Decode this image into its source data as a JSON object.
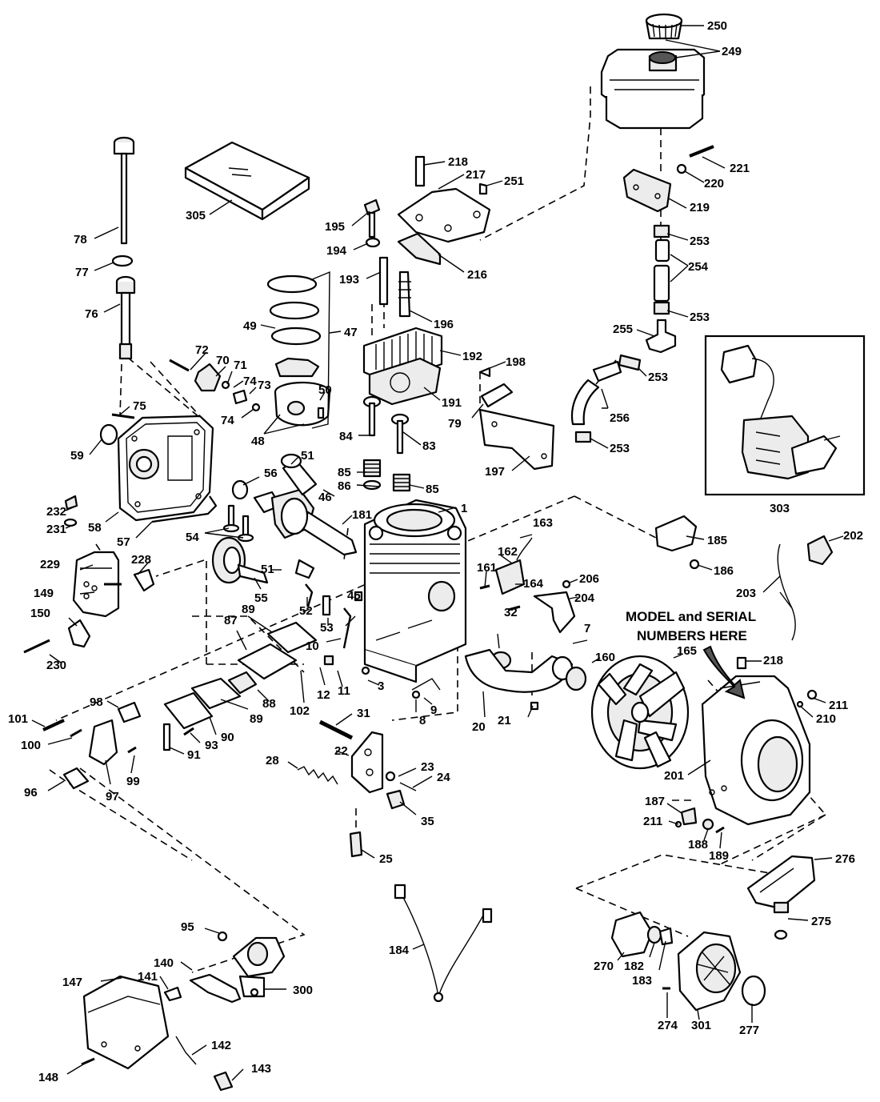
{
  "callouts": [
    {
      "id": "c250",
      "text": "250"
    },
    {
      "id": "c249",
      "text": "249"
    },
    {
      "id": "c221",
      "text": "221"
    },
    {
      "id": "c220",
      "text": "220"
    },
    {
      "id": "c219",
      "text": "219"
    },
    {
      "id": "c253a",
      "text": "253"
    },
    {
      "id": "c254",
      "text": "254"
    },
    {
      "id": "c253b",
      "text": "253"
    },
    {
      "id": "c255",
      "text": "255"
    },
    {
      "id": "c253c",
      "text": "253"
    },
    {
      "id": "c256",
      "text": "256"
    },
    {
      "id": "c253d",
      "text": "253"
    },
    {
      "id": "c218a",
      "text": "218"
    },
    {
      "id": "c217",
      "text": "217"
    },
    {
      "id": "c251",
      "text": "251"
    },
    {
      "id": "c216",
      "text": "216"
    },
    {
      "id": "c195",
      "text": "195"
    },
    {
      "id": "c194",
      "text": "194"
    },
    {
      "id": "c193",
      "text": "193"
    },
    {
      "id": "c196",
      "text": "196"
    },
    {
      "id": "c192",
      "text": "192"
    },
    {
      "id": "c191",
      "text": "191"
    },
    {
      "id": "c198",
      "text": "198"
    },
    {
      "id": "c79",
      "text": "79"
    },
    {
      "id": "c197",
      "text": "197"
    },
    {
      "id": "c305",
      "text": "305"
    },
    {
      "id": "c78",
      "text": "78"
    },
    {
      "id": "c77",
      "text": "77"
    },
    {
      "id": "c76",
      "text": "76"
    },
    {
      "id": "c49",
      "text": "49"
    },
    {
      "id": "c47",
      "text": "47"
    },
    {
      "id": "c72",
      "text": "72"
    },
    {
      "id": "c70",
      "text": "70"
    },
    {
      "id": "c71",
      "text": "71"
    },
    {
      "id": "c74a",
      "text": "74"
    },
    {
      "id": "c73",
      "text": "73"
    },
    {
      "id": "c75",
      "text": "75"
    },
    {
      "id": "c74b",
      "text": "74"
    },
    {
      "id": "c50",
      "text": "50"
    },
    {
      "id": "c48",
      "text": "48"
    },
    {
      "id": "c84",
      "text": "84"
    },
    {
      "id": "c83",
      "text": "83"
    },
    {
      "id": "c85a",
      "text": "85"
    },
    {
      "id": "c86",
      "text": "86"
    },
    {
      "id": "c85b",
      "text": "85"
    },
    {
      "id": "c59",
      "text": "59"
    },
    {
      "id": "c51a",
      "text": "51"
    },
    {
      "id": "c56",
      "text": "56"
    },
    {
      "id": "c46",
      "text": "46"
    },
    {
      "id": "c181",
      "text": "181"
    },
    {
      "id": "c1",
      "text": "1"
    },
    {
      "id": "c232",
      "text": "232"
    },
    {
      "id": "c231",
      "text": "231"
    },
    {
      "id": "c58",
      "text": "58"
    },
    {
      "id": "c57",
      "text": "57"
    },
    {
      "id": "c54",
      "text": "54"
    },
    {
      "id": "c163",
      "text": "163"
    },
    {
      "id": "c162",
      "text": "162"
    },
    {
      "id": "c161",
      "text": "161"
    },
    {
      "id": "c164",
      "text": "164"
    },
    {
      "id": "c206",
      "text": "206"
    },
    {
      "id": "c204",
      "text": "204"
    },
    {
      "id": "c303",
      "text": "303"
    },
    {
      "id": "c185",
      "text": "185"
    },
    {
      "id": "c186",
      "text": "186"
    },
    {
      "id": "c202",
      "text": "202"
    },
    {
      "id": "c203",
      "text": "203"
    },
    {
      "id": "c229",
      "text": "229"
    },
    {
      "id": "c228",
      "text": "228"
    },
    {
      "id": "c149",
      "text": "149"
    },
    {
      "id": "c150",
      "text": "150"
    },
    {
      "id": "c51b",
      "text": "51"
    },
    {
      "id": "c55",
      "text": "55"
    },
    {
      "id": "c52",
      "text": "52"
    },
    {
      "id": "c53",
      "text": "53"
    },
    {
      "id": "c45",
      "text": "45"
    },
    {
      "id": "c10",
      "text": "10"
    },
    {
      "id": "c32",
      "text": "32"
    },
    {
      "id": "c7",
      "text": "7"
    },
    {
      "id": "c160",
      "text": "160"
    },
    {
      "id": "c165",
      "text": "165"
    },
    {
      "id": "c218b",
      "text": "218"
    },
    {
      "id": "c230",
      "text": "230"
    },
    {
      "id": "c87",
      "text": "87"
    },
    {
      "id": "c89a",
      "text": "89"
    },
    {
      "id": "c12",
      "text": "12"
    },
    {
      "id": "c11",
      "text": "11"
    },
    {
      "id": "c3",
      "text": "3"
    },
    {
      "id": "c88",
      "text": "88"
    },
    {
      "id": "c102",
      "text": "102"
    },
    {
      "id": "c9",
      "text": "9"
    },
    {
      "id": "c8",
      "text": "8"
    },
    {
      "id": "c20",
      "text": "20"
    },
    {
      "id": "c21",
      "text": "21"
    },
    {
      "id": "c211a",
      "text": "211"
    },
    {
      "id": "c210",
      "text": "210"
    },
    {
      "id": "c98",
      "text": "98"
    },
    {
      "id": "c101",
      "text": "101"
    },
    {
      "id": "c100",
      "text": "100"
    },
    {
      "id": "c89b",
      "text": "89"
    },
    {
      "id": "c90",
      "text": "90"
    },
    {
      "id": "c93",
      "text": "93"
    },
    {
      "id": "c31",
      "text": "31"
    },
    {
      "id": "c91",
      "text": "91"
    },
    {
      "id": "c22",
      "text": "22"
    },
    {
      "id": "c99",
      "text": "99"
    },
    {
      "id": "c97",
      "text": "97"
    },
    {
      "id": "c96",
      "text": "96"
    },
    {
      "id": "c28",
      "text": "28"
    },
    {
      "id": "c23",
      "text": "23"
    },
    {
      "id": "c24",
      "text": "24"
    },
    {
      "id": "c201",
      "text": "201"
    },
    {
      "id": "c35",
      "text": "35"
    },
    {
      "id": "c187",
      "text": "187"
    },
    {
      "id": "c211b",
      "text": "211"
    },
    {
      "id": "c188",
      "text": "188"
    },
    {
      "id": "c189",
      "text": "189"
    },
    {
      "id": "c25",
      "text": "25"
    },
    {
      "id": "c276",
      "text": "276"
    },
    {
      "id": "c275",
      "text": "275"
    },
    {
      "id": "c95",
      "text": "95"
    },
    {
      "id": "c184",
      "text": "184"
    },
    {
      "id": "c140",
      "text": "140"
    },
    {
      "id": "c141",
      "text": "141"
    },
    {
      "id": "c147",
      "text": "147"
    },
    {
      "id": "c300",
      "text": "300"
    },
    {
      "id": "c270",
      "text": "270"
    },
    {
      "id": "c182",
      "text": "182"
    },
    {
      "id": "c183",
      "text": "183"
    },
    {
      "id": "c142",
      "text": "142"
    },
    {
      "id": "c148",
      "text": "148"
    },
    {
      "id": "c143",
      "text": "143"
    },
    {
      "id": "c274",
      "text": "274"
    },
    {
      "id": "c301",
      "text": "301"
    },
    {
      "id": "c277",
      "text": "277"
    }
  ],
  "note_line1": "MODEL and SERIAL",
  "note_line2": "NUMBERS HERE"
}
